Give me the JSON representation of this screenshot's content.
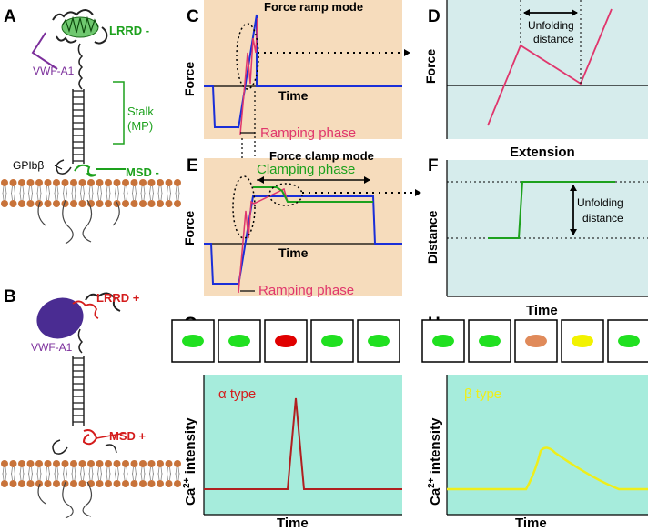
{
  "colors": {
    "membrane_head": "#c8733a",
    "beige_panel": "#f6dcbc",
    "teal_panel": "#d6ecec",
    "aqua_panel": "#a6ecdc",
    "blue_trace": "#1a2fd8",
    "red_trace": "#e0366c",
    "green_trace": "#1da11d",
    "red_label": "#d41c1c",
    "yellow_trace": "#eeee1a",
    "purple": "#7b2e9b",
    "vwf_blob": "#4a2c92"
  },
  "panelA": {
    "letter": "A",
    "lrrd": "LRRD -",
    "vwf": "VWF-A1",
    "stalk_1": "Stalk",
    "stalk_2": "(MP)",
    "gp": "GPIbβ",
    "msd": "MSD -"
  },
  "panelB": {
    "letter": "B",
    "lrrd": "LRRD +",
    "vwf": "VWF-A1",
    "msd": "MSD +"
  },
  "panelC": {
    "letter": "C",
    "title": "Force ramp mode",
    "ylabel": "Force",
    "xlabel": "Time",
    "phase": "Ramping phase"
  },
  "panelD": {
    "letter": "D",
    "ylabel": "Force",
    "xlabel": "Extension",
    "annotation_1": "Unfolding",
    "annotation_2": "distance"
  },
  "panelE": {
    "letter": "E",
    "title": "Force clamp mode",
    "clamp": "Clamping phase",
    "ylabel": "Force",
    "xlabel": "Time",
    "phase": "Ramping phase"
  },
  "panelF": {
    "letter": "F",
    "ylabel": "Distance",
    "xlabel": "Time",
    "annotation_1": "Unfolding",
    "annotation_2": "distance"
  },
  "panelG": {
    "letter": "G",
    "type_label": "α type",
    "ylabel_main": "Ca",
    "ylabel_sup": "2+",
    "ylabel_rest": " intensity",
    "xlabel": "Time",
    "frames": [
      "green",
      "green",
      "red",
      "green",
      "green"
    ]
  },
  "panelH": {
    "letter": "H",
    "type_label": "β type",
    "ylabel_main": "Ca",
    "ylabel_sup": "2+",
    "ylabel_rest": " intensity",
    "xlabel": "Time",
    "frames": [
      "green",
      "green",
      "orange",
      "yellow",
      "green"
    ]
  }
}
